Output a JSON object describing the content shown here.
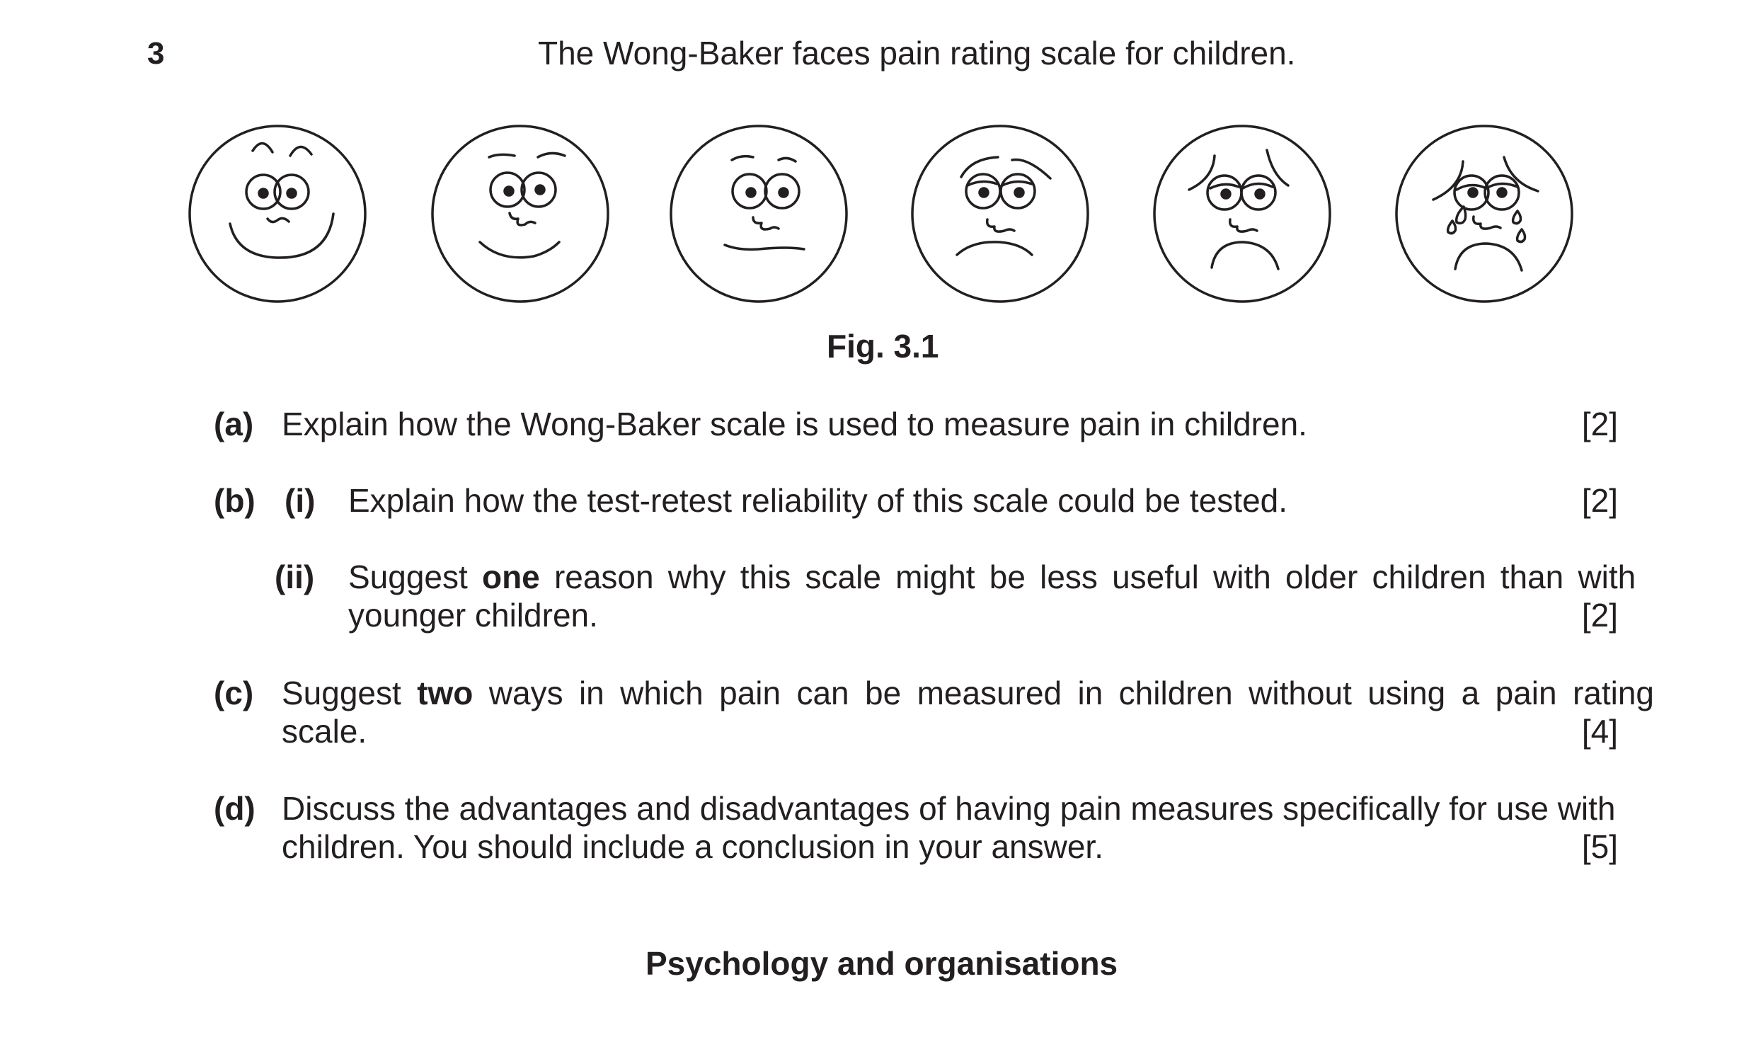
{
  "question_number": "3",
  "intro": "The Wong-Baker faces pain rating scale for children.",
  "figure_caption": "Fig. 3.1",
  "faces": [
    "face-0",
    "face-1",
    "face-2",
    "face-3",
    "face-4",
    "face-5"
  ],
  "parts": {
    "a": {
      "label": "(a)",
      "text": "Explain how the Wong-Baker scale is used to measure pain in children.",
      "marks": "[2]"
    },
    "b": {
      "label": "(b)",
      "i": {
        "label": "(i)",
        "text": "Explain how the test-retest reliability of this scale could be tested.",
        "marks": "[2]"
      },
      "ii": {
        "label": "(ii)",
        "text_before": "Suggest ",
        "text_bold": "one",
        "text_after_line1": " reason why this scale might be less useful with older children than with",
        "text_line2": "younger children.",
        "marks": "[2]"
      }
    },
    "c": {
      "label": "(c)",
      "text_before": "Suggest ",
      "text_bold": "two",
      "text_after_line1": " ways in which pain can be measured in children without using a pain rating",
      "text_line2": "scale.",
      "marks": "[4]"
    },
    "d": {
      "label": "(d)",
      "text_line1": "Discuss the advantages and disadvantages of having pain measures specifically for use with",
      "text_line2": "children. You should include a conclusion in your answer.",
      "marks": "[5]"
    }
  },
  "section_heading": "Psychology and organisations"
}
